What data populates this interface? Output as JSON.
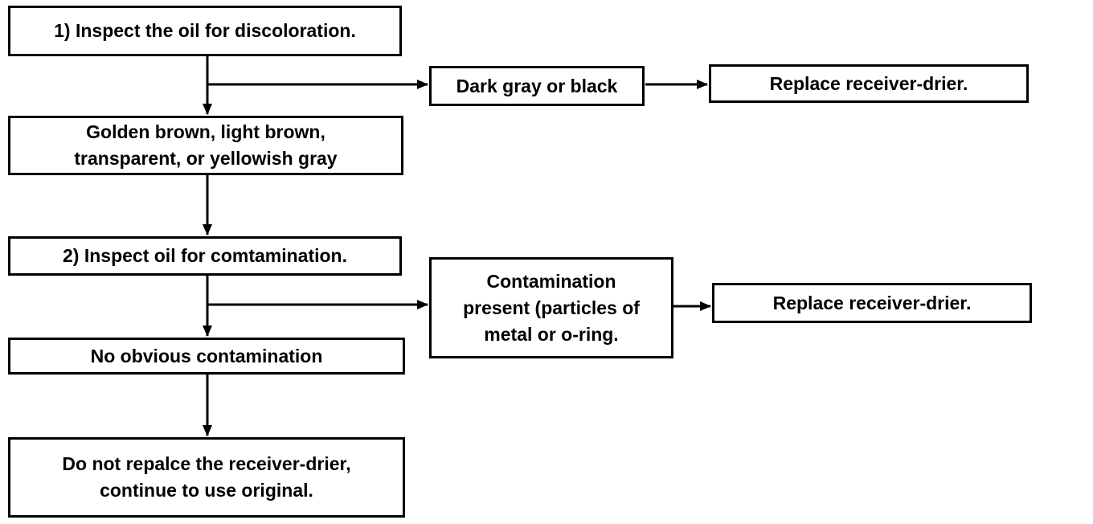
{
  "steps": {
    "inspect_discoloration": "1) Inspect the oil for discoloration.",
    "dark_gray_black": "Dark gray or black",
    "replace_drier_1": "Replace receiver-drier.",
    "golden_brown": "Golden brown, light brown,\ntransparent, or yellowish gray",
    "inspect_contamination": "2) Inspect oil for comtamination.",
    "contamination_present": "Contamination\npresent (particles of\nmetal or o-ring.",
    "replace_drier_2": "Replace receiver-drier.",
    "no_contamination": "No obvious contamination",
    "do_not_replace": "Do not repalce the receiver-drier,\ncontinue to use original."
  }
}
